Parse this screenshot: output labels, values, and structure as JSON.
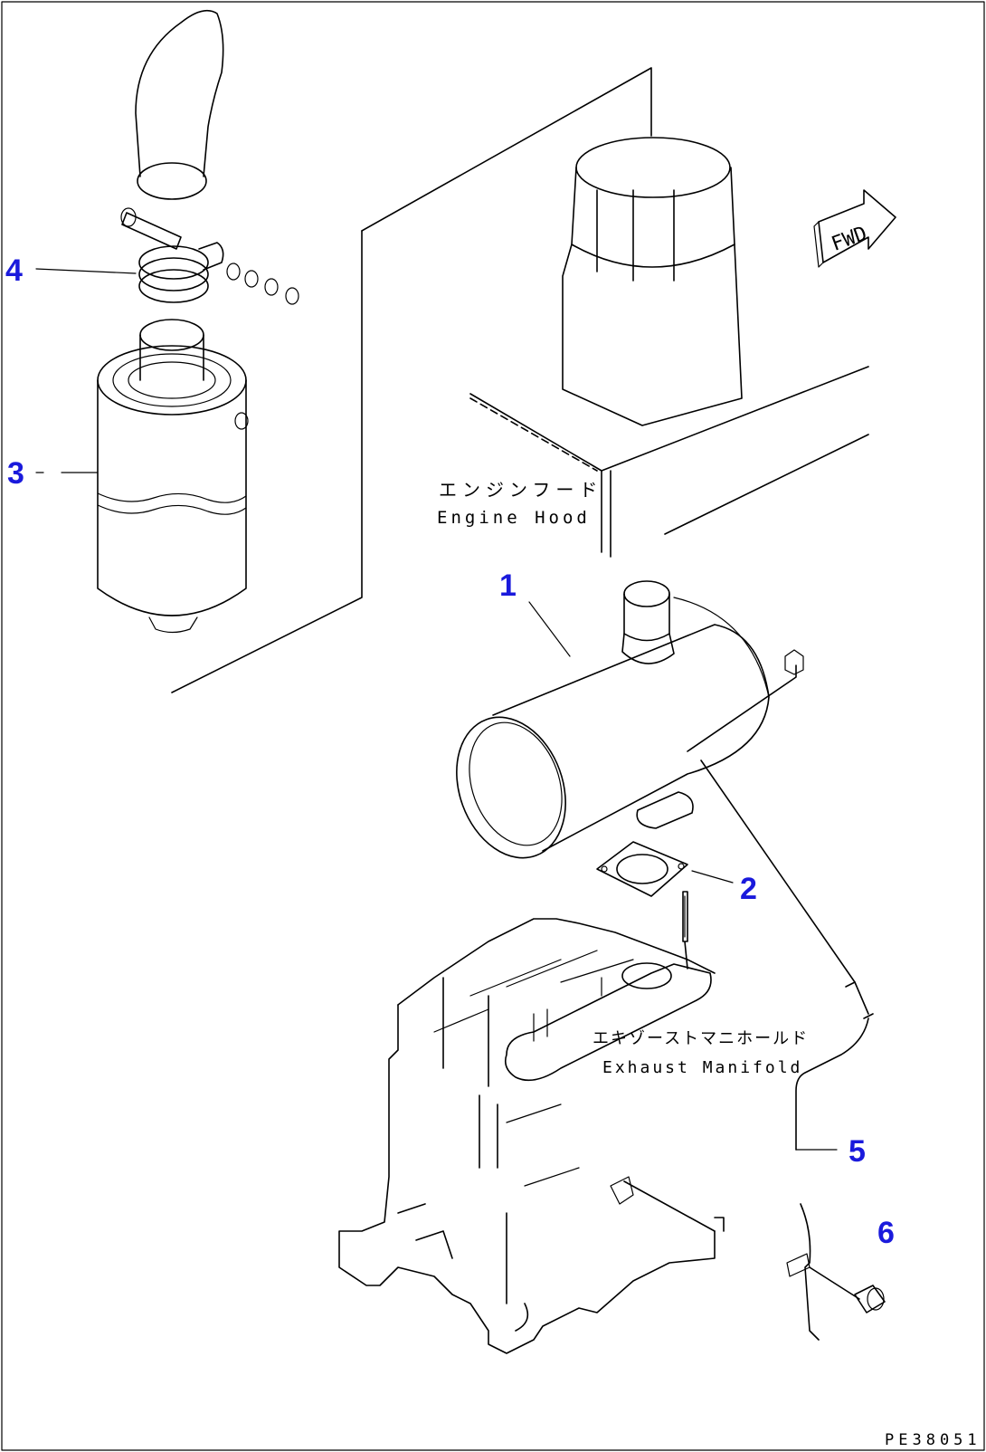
{
  "labels": {
    "engine_hood_jp": "エンジンフード",
    "engine_hood_en": "Engine Hood",
    "exhaust_manifold_jp": "エキゾーストマニホールド",
    "exhaust_manifold_en": "Exhaust Manifold",
    "fwd": "FWD",
    "drawing_code": "PE38051"
  },
  "callouts": [
    "1",
    "2",
    "3",
    "4",
    "5",
    "6"
  ],
  "colors": {
    "callout": "#1a1adc",
    "line": "#000000"
  }
}
